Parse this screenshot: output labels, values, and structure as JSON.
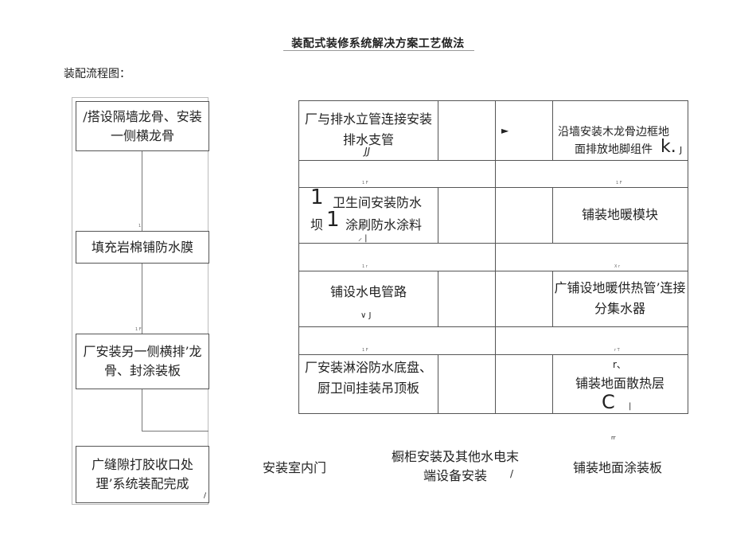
{
  "title": "装配式装修系统解决方案工艺做法",
  "subtitle": "装配流程图：",
  "left_steps": [
    "/搭设隔墙龙骨、安装一侧横龙骨",
    "填充岩棉铺防水膜",
    "厂安装另一侧横排’龙骨、封涂装板",
    "广缝隙打胶收口处理’系统装配完成"
  ],
  "left_ticks": [
    "1",
    "1 F"
  ],
  "left_mark": "/",
  "grid": {
    "row1_left": "厂与排水立管连接安装排水支管",
    "row1_left_mark": "JJ",
    "arrow": "►",
    "row1_right": "沿墙安装木龙骨边框地面排放地脚组件",
    "row1_right_mark": "k.",
    "row1_right_mark2": "J",
    "tick1_left": "1 F",
    "tick1_right": "1 F",
    "row2_big": "1",
    "row2_left_a": "卫生间安装防水",
    "row2_left_b_prefix": "坝",
    "row2_left_b": "涂刷防水涂料",
    "row2_left_mark": "⸝ |",
    "row2_right": "铺装地暖模块",
    "tick2_left": "1 r",
    "tick2_right": "X r",
    "row3_left": "铺设水电管路",
    "row3_left_mark": "∨ J",
    "row3_right": "广铺设地暖供热管’连接分集水器",
    "tick3_left": "1 F",
    "tick3_right": "r T",
    "row4_left": "厂安装淋浴防水底盘、厨卫间挂装吊顶板",
    "row4_right_mark": "r、",
    "row4_right": "铺装地面散热层",
    "row4_right_mark2": "C",
    "row4_right_mark3": "|"
  },
  "bottom": {
    "door": "安装室内门",
    "cabinet": "橱柜安装及其他水电末端设备安装",
    "cabinet_mark": "/",
    "floor_mark": "rr",
    "floor": "铺装地面涂装板"
  }
}
